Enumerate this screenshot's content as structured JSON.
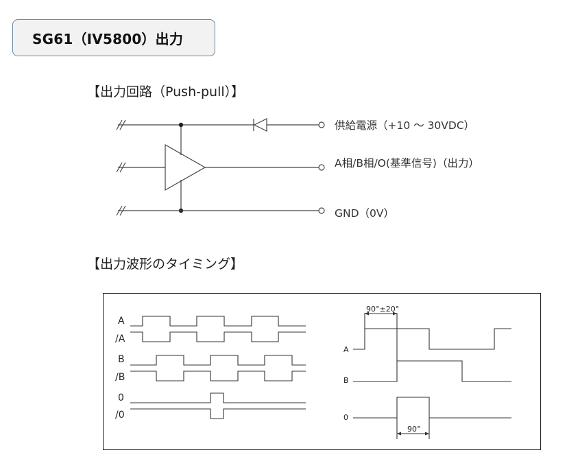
{
  "title": "SG61（IV5800）出力",
  "headings": {
    "circuit": "【出力回路（Push-pull）】",
    "timing": "【出力波形のタイミング】"
  },
  "circuit": {
    "power_label": "供給電源（+10 ～ 30VDC）",
    "output_label": "A相/B相/O(基準信号)（出力）",
    "gnd_label": "GND（0V）"
  },
  "timing_left": {
    "labels": [
      "A",
      "/A",
      "B",
      "/B",
      "0",
      "/0"
    ]
  },
  "timing_right": {
    "labels": [
      "A",
      "B",
      "0"
    ],
    "phase_annotation": "90°±20°",
    "pulse_width_annotation": "90°"
  }
}
